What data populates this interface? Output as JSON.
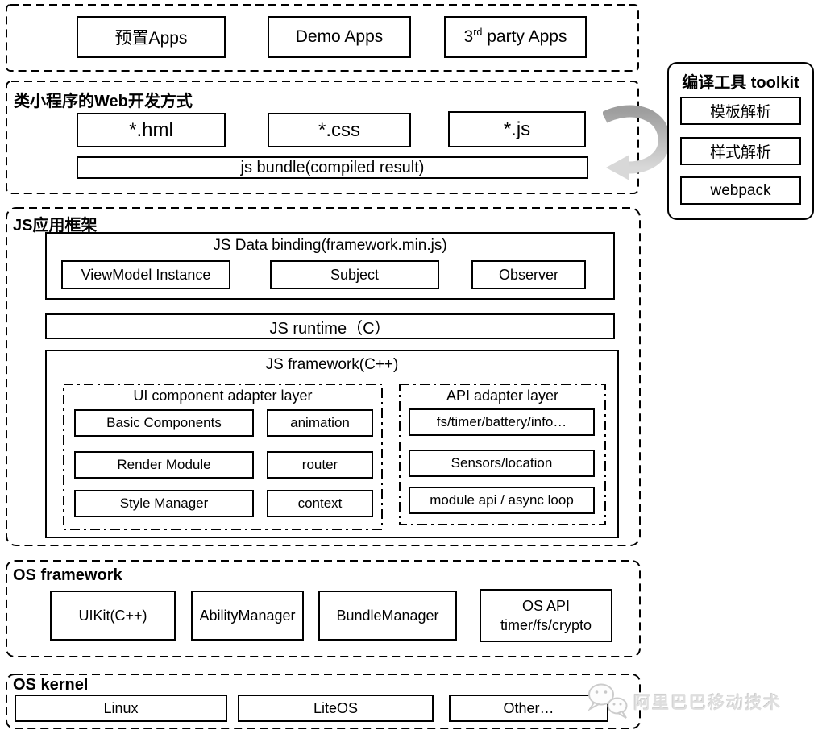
{
  "apps_section": {
    "items": [
      "预置Apps",
      "Demo Apps"
    ],
    "third_party": {
      "pre": "3",
      "sup": "rd",
      "post": " party Apps"
    }
  },
  "webdev_section": {
    "title": "类小程序的Web开发方式",
    "files": [
      "*.hml",
      "*.css",
      "*.js"
    ],
    "bundle": "js bundle(compiled result)"
  },
  "toolkit": {
    "title": "编译工具 toolkit",
    "items": [
      "模板解析",
      "样式解析",
      "webpack"
    ]
  },
  "js_framework_section": {
    "title": "JS应用框架",
    "data_binding": {
      "title": "JS Data binding(framework.min.js)",
      "items": [
        "ViewModel Instance",
        "Subject",
        "Observer"
      ]
    },
    "runtime": "JS runtime（C）",
    "framework": {
      "title": "JS framework(C++)",
      "ui_adapter": {
        "title": "UI component adapter layer",
        "left_items": [
          "Basic Components",
          "Render Module",
          "Style Manager"
        ],
        "right_items": [
          "animation",
          "router",
          "context"
        ]
      },
      "api_adapter": {
        "title": "API adapter layer",
        "items": [
          "fs/timer/battery/info…",
          "Sensors/location",
          "module api / async loop"
        ]
      }
    }
  },
  "os_framework_section": {
    "title": "OS framework",
    "items": [
      "UIKit(C++)",
      "AbilityManager",
      "BundleManager"
    ],
    "os_api": {
      "line1": "OS API",
      "line2": "timer/fs/crypto"
    }
  },
  "os_kernel_section": {
    "title": "OS kernel",
    "items": [
      "Linux",
      "LiteOS",
      "Other…"
    ]
  },
  "watermark": {
    "text": "阿里巴巴移动技术",
    "icon": "wechat-icon"
  },
  "colors": {
    "border": "#000000",
    "arrow_dark": "#9e9e9e",
    "arrow_light": "#d8d8d8",
    "watermark_text": "#dedede"
  }
}
